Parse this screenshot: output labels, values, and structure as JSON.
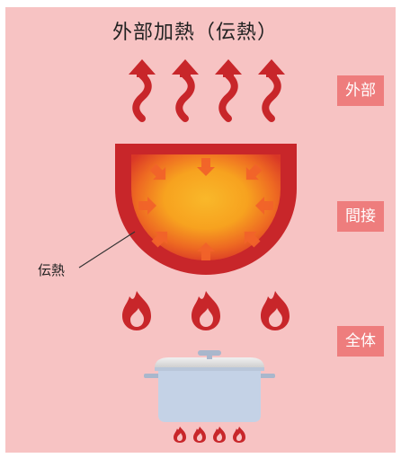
{
  "title": "外部加熱（伝熱）",
  "tags": {
    "outside": "外部",
    "indirect": "間接",
    "whole": "全体"
  },
  "callout": "伝熱",
  "colors": {
    "background": "#f7c3c3",
    "tag": "#ee7d7d",
    "pot_outer": "#c8262a",
    "pot_inner": "#f7a21f",
    "flame": "#c8262a",
    "saucepan": "#c4d2e6"
  },
  "icons": [
    "heat-wave-arrow-icon",
    "inward-arrow-icon",
    "flame-icon",
    "saucepan-icon",
    "small-flame-icon"
  ]
}
